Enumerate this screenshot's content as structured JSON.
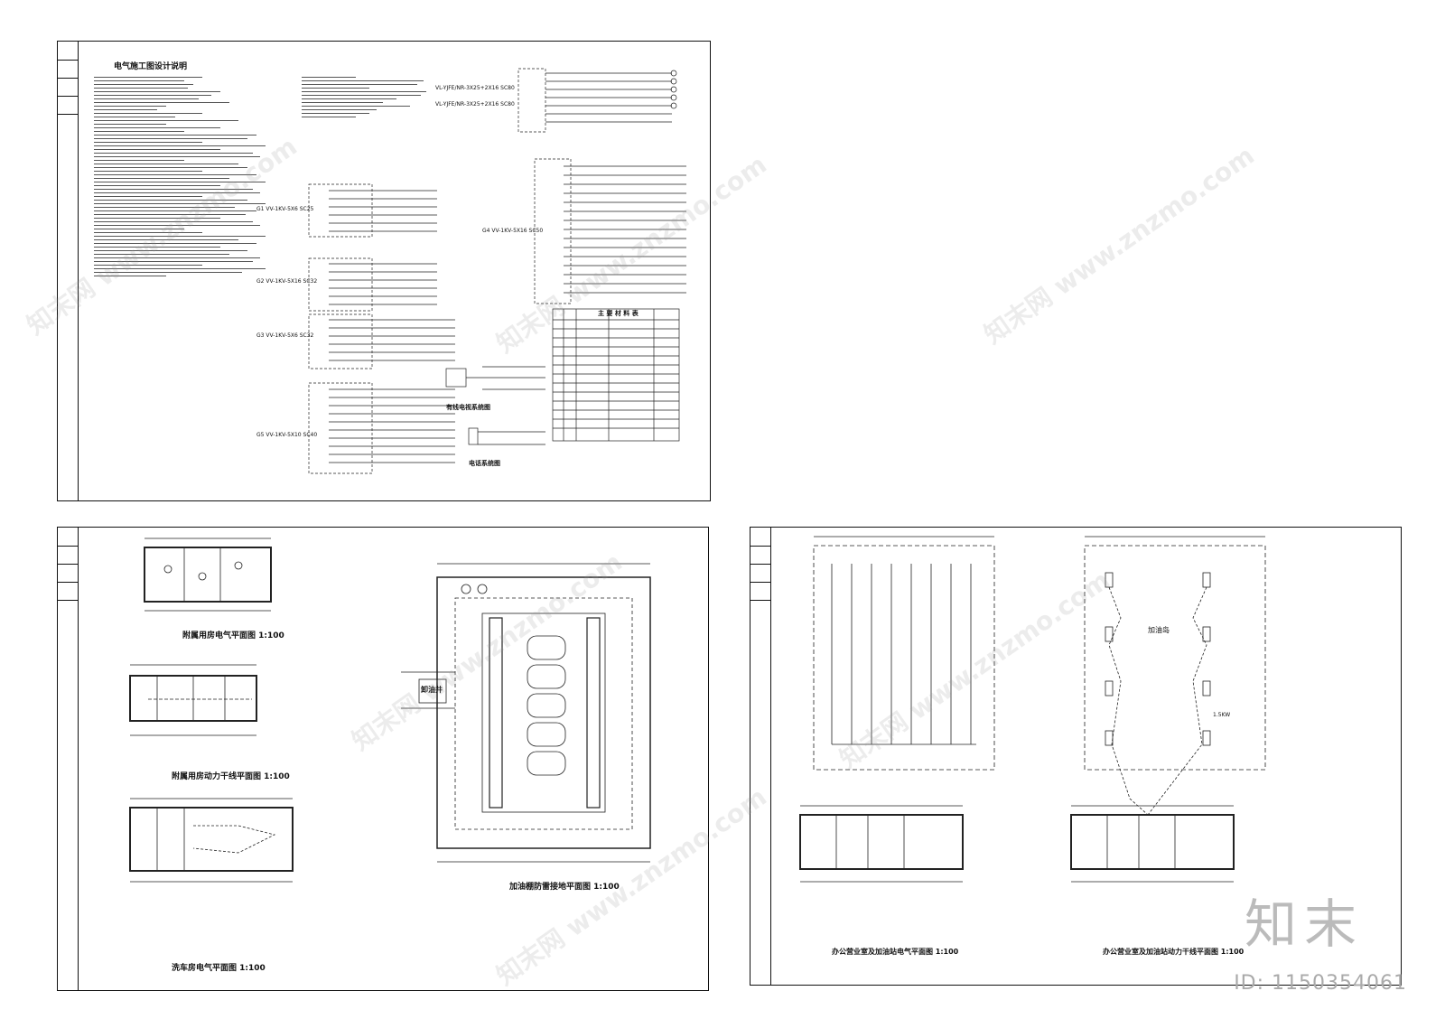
{
  "sheet1": {
    "notes_title": "电气施工图设计说明",
    "feeder_labels": [
      "G1 VV-1KV-5X6 SC25",
      "G2 VV-1KV-5X16 SC32",
      "G3 VV-1KV-5X6 SC32",
      "G4 VV-1KV-5X16 SC50",
      "G5 VV-1KV-5X10 SC40"
    ],
    "upper_cables": [
      "VL-YJFE/NR-3X25+2X16 SC80",
      "VL-YJFE/NR-3X25+2X16 SC80"
    ],
    "materials_title": "主 要 材 料 表",
    "cable_tv_title": "有线电视系统图",
    "phone_title": "电话系统图"
  },
  "sheet2": {
    "plan1": "附属用房电气平面图 1:100",
    "plan2": "附属用房动力干线平面图 1:100",
    "plan3": "洗车房电气平面图 1:100",
    "canopy": "加油棚防雷接地平面图 1:100",
    "well": "卸油井"
  },
  "sheet3": {
    "island": "加油岛",
    "motor": "1.5KW",
    "plan_left": "办公营业室及加油站电气平面图 1:100",
    "plan_right": "办公营业室及加油站动力干线平面图 1:100"
  },
  "brand": {
    "logo": "知末",
    "id": "ID: 1150354061",
    "watermark": "知末网 www.znzmo.com"
  }
}
